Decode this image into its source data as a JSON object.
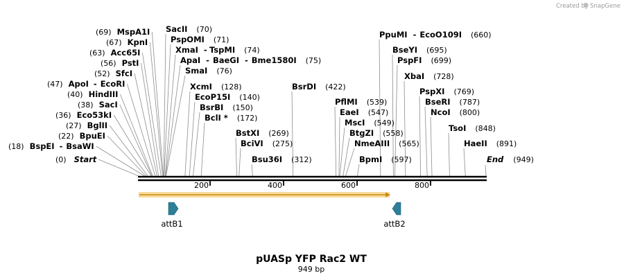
{
  "credit": {
    "prefix": "Created by",
    "brand": "SnapGene"
  },
  "title": "pUASp YFP Rac2 WT",
  "length_label": "949 bp",
  "sequence_length": 949,
  "ticks": [
    "200",
    "400",
    "600",
    "800"
  ],
  "ends": {
    "start": "Start",
    "start_pos": "(0)",
    "end": "End",
    "end_pos": "(949)"
  },
  "features": {
    "primer_color": "#f2b53a",
    "att_color": "#2e7f98",
    "attB1": "attB1",
    "attB2": "attB2"
  },
  "left_enzymes": [
    {
      "pos": "(69)",
      "names": [
        "MspA1I"
      ]
    },
    {
      "pos": "(67)",
      "names": [
        "KpnI"
      ]
    },
    {
      "pos": "(63)",
      "names": [
        "Acc65I"
      ]
    },
    {
      "pos": "(56)",
      "names": [
        "PstI"
      ]
    },
    {
      "pos": "(52)",
      "names": [
        "SfcI"
      ]
    },
    {
      "pos": "(47)",
      "names": [
        "ApoI",
        "EcoRI"
      ]
    },
    {
      "pos": "(40)",
      "names": [
        "HindIII"
      ]
    },
    {
      "pos": "(38)",
      "names": [
        "SacI"
      ]
    },
    {
      "pos": "(36)",
      "names": [
        "Eco53kI"
      ]
    },
    {
      "pos": "(27)",
      "names": [
        "BglII"
      ]
    },
    {
      "pos": "(22)",
      "names": [
        "BpuEI"
      ]
    },
    {
      "pos": "(18)",
      "names": [
        "BspEI",
        "BsaWI"
      ]
    }
  ],
  "right_enzymes": [
    {
      "names": [
        "SacII"
      ],
      "pos": "(70)"
    },
    {
      "names": [
        "PspOMI"
      ],
      "pos": "(71)"
    },
    {
      "names": [
        "XmaI",
        "TspMI"
      ],
      "pos": "(74)"
    },
    {
      "names": [
        "ApaI",
        "BaeGI",
        "Bme1580I"
      ],
      "pos": "(75)"
    },
    {
      "names": [
        "SmaI"
      ],
      "pos": "(76)"
    },
    {
      "names": [
        "XcmI"
      ],
      "pos": "(128)"
    },
    {
      "names": [
        "EcoP15I"
      ],
      "pos": "(140)"
    },
    {
      "names": [
        "BsrBI"
      ],
      "pos": "(150)"
    },
    {
      "names": [
        "BclI *"
      ],
      "pos": "(172)"
    },
    {
      "names": [
        "BstXI"
      ],
      "pos": "(269)"
    },
    {
      "names": [
        "BciVI"
      ],
      "pos": "(275)"
    },
    {
      "names": [
        "Bsu36I"
      ],
      "pos": "(312)"
    },
    {
      "names": [
        "BsrDI"
      ],
      "pos": "(422)"
    },
    {
      "names": [
        "PflMI"
      ],
      "pos": "(539)"
    },
    {
      "names": [
        "EaeI"
      ],
      "pos": "(547)"
    },
    {
      "names": [
        "MscI"
      ],
      "pos": "(549)"
    },
    {
      "names": [
        "BtgZI"
      ],
      "pos": "(558)"
    },
    {
      "names": [
        "NmeAIII"
      ],
      "pos": "(565)"
    },
    {
      "names": [
        "BpmI"
      ],
      "pos": "(597)"
    },
    {
      "names": [
        "PpuMI",
        "EcoO109I"
      ],
      "pos": "(660)"
    },
    {
      "names": [
        "BseYI"
      ],
      "pos": "(695)"
    },
    {
      "names": [
        "PspFI"
      ],
      "pos": "(699)"
    },
    {
      "names": [
        "XbaI"
      ],
      "pos": "(728)"
    },
    {
      "names": [
        "PspXI"
      ],
      "pos": "(769)"
    },
    {
      "names": [
        "BseRI"
      ],
      "pos": "(787)"
    },
    {
      "names": [
        "NcoI"
      ],
      "pos": "(800)"
    },
    {
      "names": [
        "TsoI"
      ],
      "pos": "(848)"
    },
    {
      "names": [
        "HaeII"
      ],
      "pos": "(891)"
    }
  ]
}
